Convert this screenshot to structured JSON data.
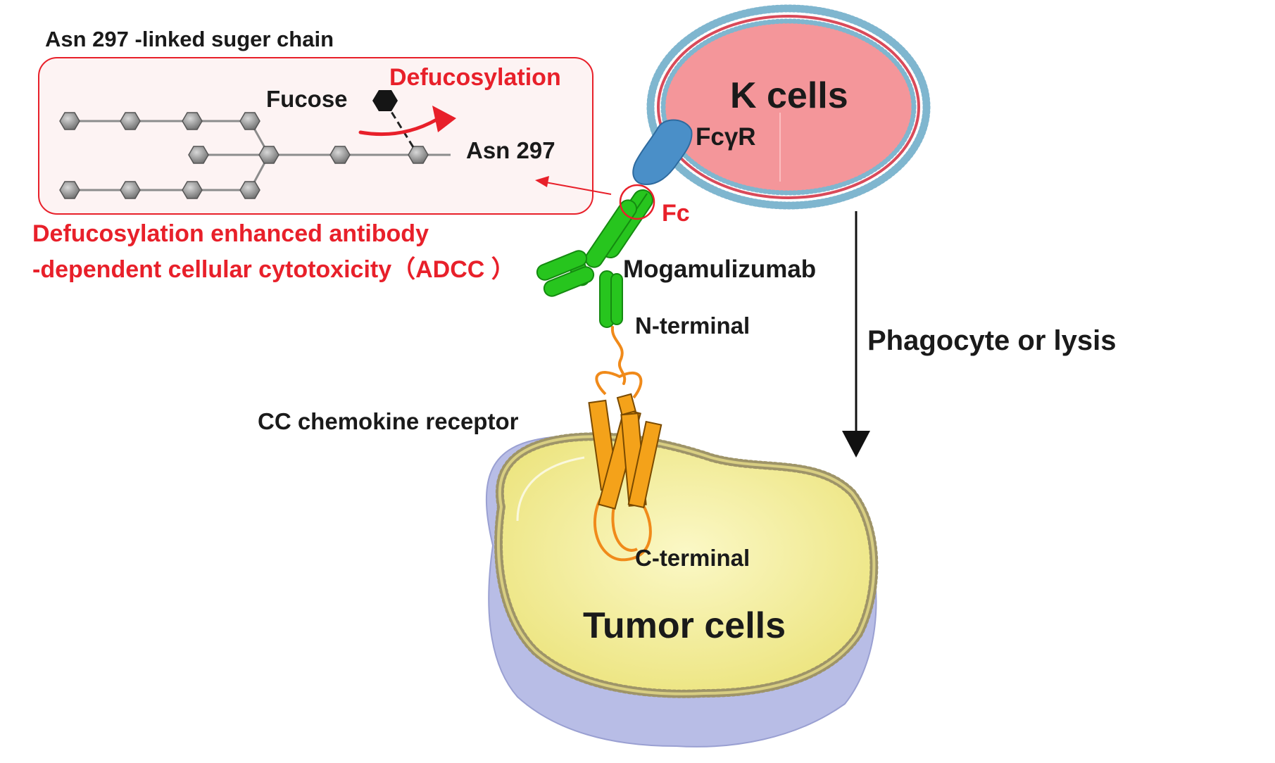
{
  "labels": {
    "sugar_chain_title": "Asn 297 -linked suger chain",
    "fucose": "Fucose",
    "defucosylation": "Defucosylation",
    "asn297": "Asn 297",
    "defuc_adcc_line1": "Defucosylation enhanced antibody",
    "defuc_adcc_line2": "-dependent cellular cytotoxicity（ADCC ）",
    "k_cells": "K cells",
    "fcgr": "FcγR",
    "fc": "Fc",
    "mogamulizumab": "Mogamulizumab",
    "n_terminal": "N-terminal",
    "phagocyte": "Phagocyte or lysis",
    "cc_receptor": "CC chemokine  receptor",
    "c_terminal": "C-terminal",
    "tumor_cells": "Tumor cells"
  },
  "colors": {
    "red_text": "#e8202a",
    "k_cell_fill": "#f4969a",
    "k_cell_membrane": "#8fc3d8",
    "tumor_fill": "#f7f3a8",
    "tumor_shadow": "#b8bde6",
    "tumor_membrane": "#c9b86a",
    "antibody_green": "#27c51e",
    "receptor_fc": "#4a8fc8",
    "ccr_orange": "#f4a21a",
    "sugar_gray": "#8a8a8a"
  },
  "icons": [
    "hexagon-sugar-icon",
    "fucose-hexagon-icon",
    "arrow-down-icon",
    "curved-red-arrow-icon",
    "red-arrow-icon"
  ]
}
